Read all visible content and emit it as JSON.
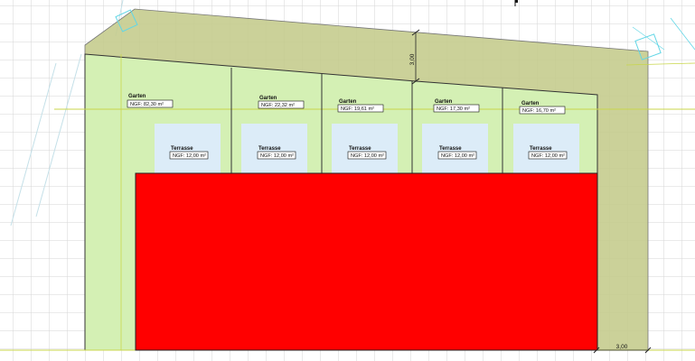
{
  "colors": {
    "grid": "#d6d6d6",
    "garden_fill": "#d4f0b4",
    "setback_fill": "#c5cc8e",
    "terrace_fill": "#dcecf8",
    "building_fill": "#ff0000",
    "guide_line": "#c8d64a",
    "marker_outline": "#62d6e6",
    "line": "#333333"
  },
  "gardens": [
    {
      "title": "Garten",
      "ngf": "NGF: 82,30 m²"
    },
    {
      "title": "Garten",
      "ngf": "NGF: 22,32 m²"
    },
    {
      "title": "Garten",
      "ngf": "NGF: 19,61 m²"
    },
    {
      "title": "Garten",
      "ngf": "NGF: 17,30 m²"
    },
    {
      "title": "Garten",
      "ngf": "NGF: 16,70 m²"
    }
  ],
  "terraces": [
    {
      "title": "Terrasse",
      "ngf": "NGF: 12,00 m²"
    },
    {
      "title": "Terrasse",
      "ngf": "NGF: 12,00 m²"
    },
    {
      "title": "Terrasse",
      "ngf": "NGF: 12,00 m²"
    },
    {
      "title": "Terrasse",
      "ngf": "NGF: 12,00 m²"
    },
    {
      "title": "Terrasse",
      "ngf": "NGF: 12,00 m²"
    }
  ],
  "dimensions": {
    "setback_top": "3,00",
    "setback_right": "3,00"
  },
  "icons": {
    "corner_marker": "square-marker-icon",
    "flag": "flag-icon"
  }
}
